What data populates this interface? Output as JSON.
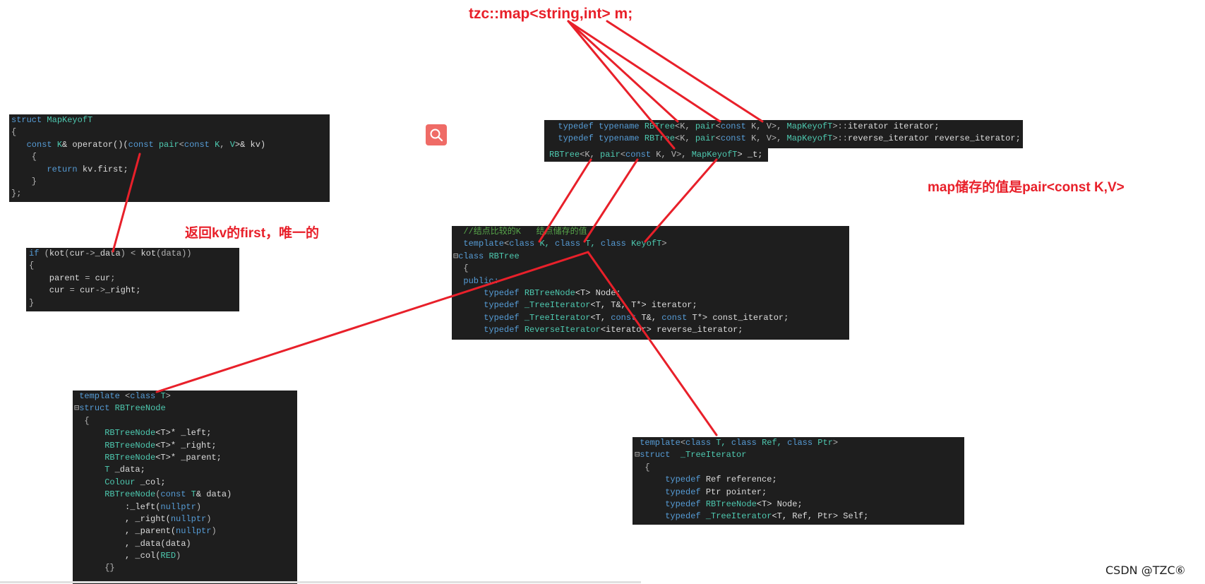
{
  "annotations": {
    "top_declaration": "tzc::map<string,int> m;",
    "map_value_note": "map储存的值是pair<const K,V>",
    "return_first_note": "返回kv的first，唯一的"
  },
  "watermark": "CSDN @TZC⑥",
  "search_icon": "search-icon",
  "accent_color": "#e8202a",
  "code_blocks": {
    "map_keyof": [
      [
        [
          "struct ",
          "kw"
        ],
        [
          "MapKeyofT",
          "ty"
        ]
      ],
      [
        [
          "{",
          "op"
        ]
      ],
      [
        [
          "   const ",
          "kw"
        ],
        [
          "K",
          "ty"
        ],
        [
          "& operator()(",
          "id"
        ],
        [
          "const ",
          "kw"
        ],
        [
          "pair",
          "ty"
        ],
        [
          "<",
          "op"
        ],
        [
          "const ",
          "kw"
        ],
        [
          "K",
          "ty"
        ],
        [
          ", ",
          "op"
        ],
        [
          "V",
          "ty"
        ],
        [
          ">& kv)",
          "id"
        ]
      ],
      [
        [
          "    {",
          "op"
        ]
      ],
      [
        [
          "       return ",
          "kw"
        ],
        [
          "kv.first;",
          "id"
        ]
      ],
      [
        [
          "    }",
          "op"
        ]
      ],
      [
        [
          "};",
          "op"
        ]
      ]
    ],
    "kot_compare": [
      [
        [
          "if ",
          "kw"
        ],
        [
          "(",
          "op"
        ],
        [
          "kot",
          "id"
        ],
        [
          "(",
          "op"
        ],
        [
          "cur",
          "id"
        ],
        [
          "->",
          "op"
        ],
        [
          "_data",
          "id"
        ],
        [
          ") < ",
          "op"
        ],
        [
          "kot",
          "id"
        ],
        [
          "(data))",
          "op"
        ]
      ],
      [
        [
          "{",
          "op"
        ]
      ],
      [
        [
          "    parent ",
          "id"
        ],
        [
          "= ",
          "op"
        ],
        [
          "cur",
          "id"
        ],
        [
          ";",
          "op"
        ]
      ],
      [
        [
          "    cur ",
          "id"
        ],
        [
          "= ",
          "op"
        ],
        [
          "cur",
          "id"
        ],
        [
          "->",
          "op"
        ],
        [
          "_right;",
          "id"
        ]
      ],
      [
        [
          "}",
          "op"
        ]
      ]
    ],
    "map_typedefs": [
      [
        [
          "  typedef typename ",
          "kw"
        ],
        [
          "RBTree",
          "ty"
        ],
        [
          "<K, ",
          "op"
        ],
        [
          "pair",
          "ty"
        ],
        [
          "<",
          "op"
        ],
        [
          "const ",
          "kw"
        ],
        [
          "K, V>, ",
          "op"
        ],
        [
          "MapKeyofT",
          "ty"
        ],
        [
          ">::",
          "op"
        ],
        [
          "iterator iterator;",
          "id"
        ]
      ],
      [
        [
          "  typedef typename ",
          "kw"
        ],
        [
          "RBTree",
          "ty"
        ],
        [
          "<K, ",
          "op"
        ],
        [
          "pair",
          "ty"
        ],
        [
          "<",
          "op"
        ],
        [
          "const ",
          "kw"
        ],
        [
          "K, V>, ",
          "op"
        ],
        [
          "MapKeyofT",
          "ty"
        ],
        [
          ">::",
          "op"
        ],
        [
          "reverse_iterator reverse_iterator;",
          "id"
        ]
      ]
    ],
    "map_member": [
      [
        [
          "RBTree",
          "ty"
        ],
        [
          "<K, ",
          "op"
        ],
        [
          "pair",
          "ty"
        ],
        [
          "<",
          "op"
        ],
        [
          "const ",
          "kw"
        ],
        [
          "K, V>, ",
          "op"
        ],
        [
          "MapKeyofT",
          "ty"
        ],
        [
          "> _t;",
          "id"
        ]
      ]
    ],
    "rbtree_class": [
      [
        [
          "  //结点比较的K   结点储存的值",
          "cm"
        ]
      ],
      [
        [
          "  template",
          "kw"
        ],
        [
          "<",
          "op"
        ],
        [
          "class ",
          "kw"
        ],
        [
          "K, ",
          "ty"
        ],
        [
          "class ",
          "kw"
        ],
        [
          "T, ",
          "ty"
        ],
        [
          "class ",
          "kw"
        ],
        [
          "KeyofT",
          "ty"
        ],
        [
          ">",
          "op"
        ]
      ],
      [
        [
          "⊟",
          "op"
        ],
        [
          "class ",
          "kw"
        ],
        [
          "RBTree",
          "ty"
        ]
      ],
      [
        [
          "  {",
          "op"
        ]
      ],
      [
        [
          "  public:",
          "kw"
        ]
      ],
      [
        [
          "      typedef ",
          "kw"
        ],
        [
          "RBTreeNode",
          "ty"
        ],
        [
          "<T> Node;",
          "id"
        ]
      ],
      [
        [
          "      typedef ",
          "kw"
        ],
        [
          "_TreeIterator",
          "ty"
        ],
        [
          "<T, T&, T*> iterator;",
          "id"
        ]
      ],
      [
        [
          "      typedef ",
          "kw"
        ],
        [
          "_TreeIterator",
          "ty"
        ],
        [
          "<T, ",
          "id"
        ],
        [
          "const ",
          "kw"
        ],
        [
          "T&, ",
          "id"
        ],
        [
          "const ",
          "kw"
        ],
        [
          "T*> const_iterator;",
          "id"
        ]
      ],
      [
        [
          "      typedef ",
          "kw"
        ],
        [
          "ReverseIterator",
          "ty"
        ],
        [
          "<iterator> reverse_iterator;",
          "id"
        ]
      ]
    ],
    "rbtree_node": [
      [
        [
          " template ",
          "kw"
        ],
        [
          "<",
          "op"
        ],
        [
          "class ",
          "kw"
        ],
        [
          "T",
          "ty"
        ],
        [
          ">",
          "op"
        ]
      ],
      [
        [
          "⊟",
          "op"
        ],
        [
          "struct ",
          "kw"
        ],
        [
          "RBTreeNode",
          "ty"
        ]
      ],
      [
        [
          "  {",
          "op"
        ]
      ],
      [
        [
          "      RBTreeNode",
          "ty"
        ],
        [
          "<T>* _left;",
          "id"
        ]
      ],
      [
        [
          "      RBTreeNode",
          "ty"
        ],
        [
          "<T>* _right;",
          "id"
        ]
      ],
      [
        [
          "      RBTreeNode",
          "ty"
        ],
        [
          "<T>* _parent;",
          "id"
        ]
      ],
      [
        [
          "      T ",
          "ty"
        ],
        [
          "_data;",
          "id"
        ]
      ],
      [
        [
          "      Colour ",
          "ty"
        ],
        [
          "_col;",
          "id"
        ]
      ],
      [
        [
          "      RBTreeNode",
          "ty"
        ],
        [
          "(",
          "op"
        ],
        [
          "const ",
          "kw"
        ],
        [
          "T",
          "ty"
        ],
        [
          "& data)",
          "id"
        ]
      ],
      [
        [
          "          :_left(",
          "id"
        ],
        [
          "nullptr",
          "kw"
        ],
        [
          ")",
          "op"
        ]
      ],
      [
        [
          "          , _right(",
          "id"
        ],
        [
          "nullptr",
          "kw"
        ],
        [
          ")",
          "op"
        ]
      ],
      [
        [
          "          , _parent(",
          "id"
        ],
        [
          "nullptr",
          "kw"
        ],
        [
          ")",
          "op"
        ]
      ],
      [
        [
          "          , _data(data)",
          "id"
        ]
      ],
      [
        [
          "          , _col(",
          "id"
        ],
        [
          "RED",
          "ty"
        ],
        [
          ")",
          "op"
        ]
      ],
      [
        [
          "      {}",
          "op"
        ]
      ]
    ],
    "tree_iterator": [
      [
        [
          " template",
          "kw"
        ],
        [
          "<",
          "op"
        ],
        [
          "class ",
          "kw"
        ],
        [
          "T, ",
          "ty"
        ],
        [
          "class ",
          "kw"
        ],
        [
          "Ref, ",
          "ty"
        ],
        [
          "class ",
          "kw"
        ],
        [
          "Ptr",
          "ty"
        ],
        [
          ">",
          "op"
        ]
      ],
      [
        [
          "⊟",
          "op"
        ],
        [
          "struct  ",
          "kw"
        ],
        [
          "_TreeIterator",
          "ty"
        ]
      ],
      [
        [
          "  {",
          "op"
        ]
      ],
      [
        [
          "      typedef ",
          "kw"
        ],
        [
          "Ref reference;",
          "id"
        ]
      ],
      [
        [
          "      typedef ",
          "kw"
        ],
        [
          "Ptr pointer;",
          "id"
        ]
      ],
      [
        [
          "      typedef ",
          "kw"
        ],
        [
          "RBTreeNode",
          "ty"
        ],
        [
          "<T> Node;",
          "id"
        ]
      ],
      [
        [
          "      typedef ",
          "kw"
        ],
        [
          "_TreeIterator",
          "ty"
        ],
        [
          "<T, Ref, Ptr> Self;",
          "id"
        ]
      ]
    ]
  }
}
